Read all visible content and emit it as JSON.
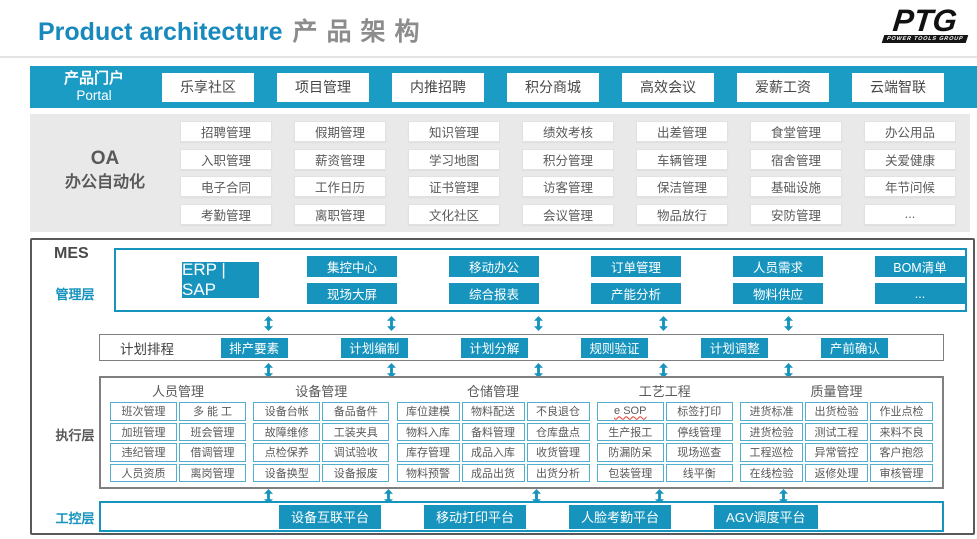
{
  "header": {
    "title_en": "Product architecture",
    "title_zh": "产品架构",
    "logo_text": "PTG",
    "logo_subtext": "POWER TOOLS GROUP"
  },
  "portal": {
    "label_zh": "产品门户",
    "label_en": "Portal",
    "items": [
      "乐享社区",
      "项目管理",
      "内推招聘",
      "积分商城",
      "高效会议",
      "爱薪工资",
      "云端智联"
    ]
  },
  "oa": {
    "label_line1": "OA",
    "label_line2": "办公自动化",
    "items": [
      "招聘管理",
      "假期管理",
      "知识管理",
      "绩效考核",
      "出差管理",
      "食堂管理",
      "办公用品",
      "入职管理",
      "薪资管理",
      "学习地图",
      "积分管理",
      "车辆管理",
      "宿舍管理",
      "关爱健康",
      "电子合同",
      "工作日历",
      "证书管理",
      "访客管理",
      "保洁管理",
      "基础设施",
      "年节问候",
      "考勤管理",
      "离职管理",
      "文化社区",
      "会议管理",
      "物品放行",
      "安防管理",
      "..."
    ]
  },
  "mes": {
    "label": "MES",
    "management": {
      "label": "管理层",
      "erp": "ERP | SAP",
      "pairs": [
        [
          "集控中心",
          "现场大屏"
        ],
        [
          "移动办公",
          "综合报表"
        ],
        [
          "订单管理",
          "产能分析"
        ],
        [
          "人员需求",
          "物料供应"
        ],
        [
          "BOM清单",
          "..."
        ]
      ]
    },
    "planning": {
      "label": "计划排程",
      "items": [
        "排产要素",
        "计划编制",
        "计划分解",
        "规则验证",
        "计划调整",
        "产前确认"
      ]
    },
    "execution": {
      "label": "执行层",
      "groups": [
        {
          "title": "人员管理",
          "cols": 2,
          "cells": [
            "班次管理",
            "多 能 工",
            "加班管理",
            "班会管理",
            "违纪管理",
            "借调管理",
            "人员资质",
            "离岗管理"
          ]
        },
        {
          "title": "设备管理",
          "cols": 2,
          "cells": [
            "设备台帐",
            "备品备件",
            "故障维修",
            "工装夹具",
            "点检保养",
            "调试验收",
            "设备换型",
            "设备报废"
          ]
        },
        {
          "title": "仓储管理",
          "cols": 3,
          "cells": [
            "库位建模",
            "物料配送",
            "不良退仓",
            "物料入库",
            "备料管理",
            "仓库盘点",
            "库存管理",
            "成品入库",
            "收货管理",
            "物料预警",
            "成品出货",
            "出货分析"
          ]
        },
        {
          "title": "工艺工程",
          "cols": 2,
          "cells": [
            "e SOP",
            "标签打印",
            "生产报工",
            "停线管理",
            "防漏防呆",
            "现场巡查",
            "包装管理",
            "线平衡"
          ]
        },
        {
          "title": "质量管理",
          "cols": 3,
          "cells": [
            "进货标准",
            "出货检验",
            "作业点检",
            "进货检验",
            "测试工程",
            "来料不良",
            "工程巡检",
            "异常管控",
            "客户抱怨",
            "在线检验",
            "返修处理",
            "审核管理"
          ]
        }
      ]
    },
    "control": {
      "label": "工控层",
      "items": [
        "设备互联平台",
        "移动打印平台",
        "人脸考勤平台",
        "AGV调度平台"
      ]
    }
  },
  "colors": {
    "teal": "#1794BE",
    "teal_bar": "#1B9CC4",
    "title_blue": "#1789BC",
    "gray_text": "#595959",
    "oa_background": "#E9E9EA",
    "mes_border": "#58595B",
    "exec_border": "#7F7F7F",
    "cell_border": "#52AFCE",
    "spellcheck_red": "#E0392B"
  }
}
